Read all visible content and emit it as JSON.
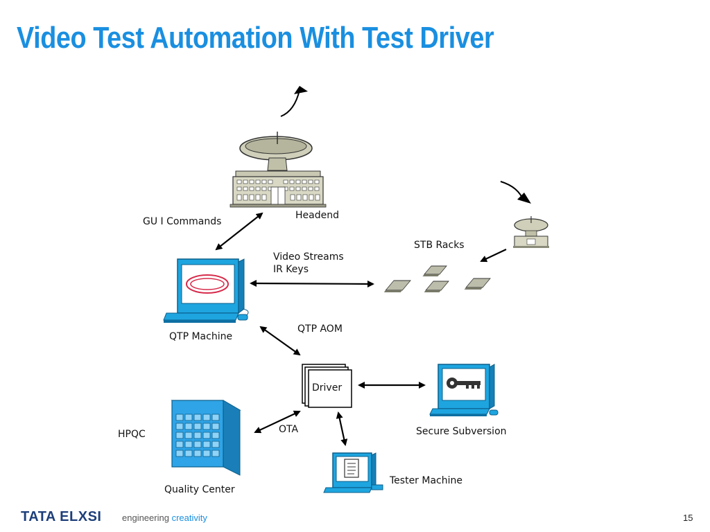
{
  "title": "Video Test Automation With Test Driver",
  "nodes": {
    "headend": "Headend",
    "stb_racks": "STB Racks",
    "qtp_machine": "QTP Machine",
    "driver": "Driver",
    "secure_subversion": "Secure Subversion",
    "hpqc": "HPQC",
    "quality_center": "Quality Center",
    "tester_machine": "Tester Machine"
  },
  "edges": {
    "gui_commands": "GU I Commands",
    "video_streams": "Video Streams",
    "ir_keys": "IR Keys",
    "qtp_aom": "QTP AOM",
    "ota": "OTA"
  },
  "footer": {
    "brand": "TATA ELXSI",
    "tagline_prefix": "engineering ",
    "tagline_accent": "creativity",
    "page_number": "15"
  },
  "colors": {
    "title": "#1a8fe0",
    "monitor": "#1ea5e0",
    "building": "#2fa4e7",
    "stb": "#b8b8a6",
    "headend": "#c9c9b3"
  }
}
